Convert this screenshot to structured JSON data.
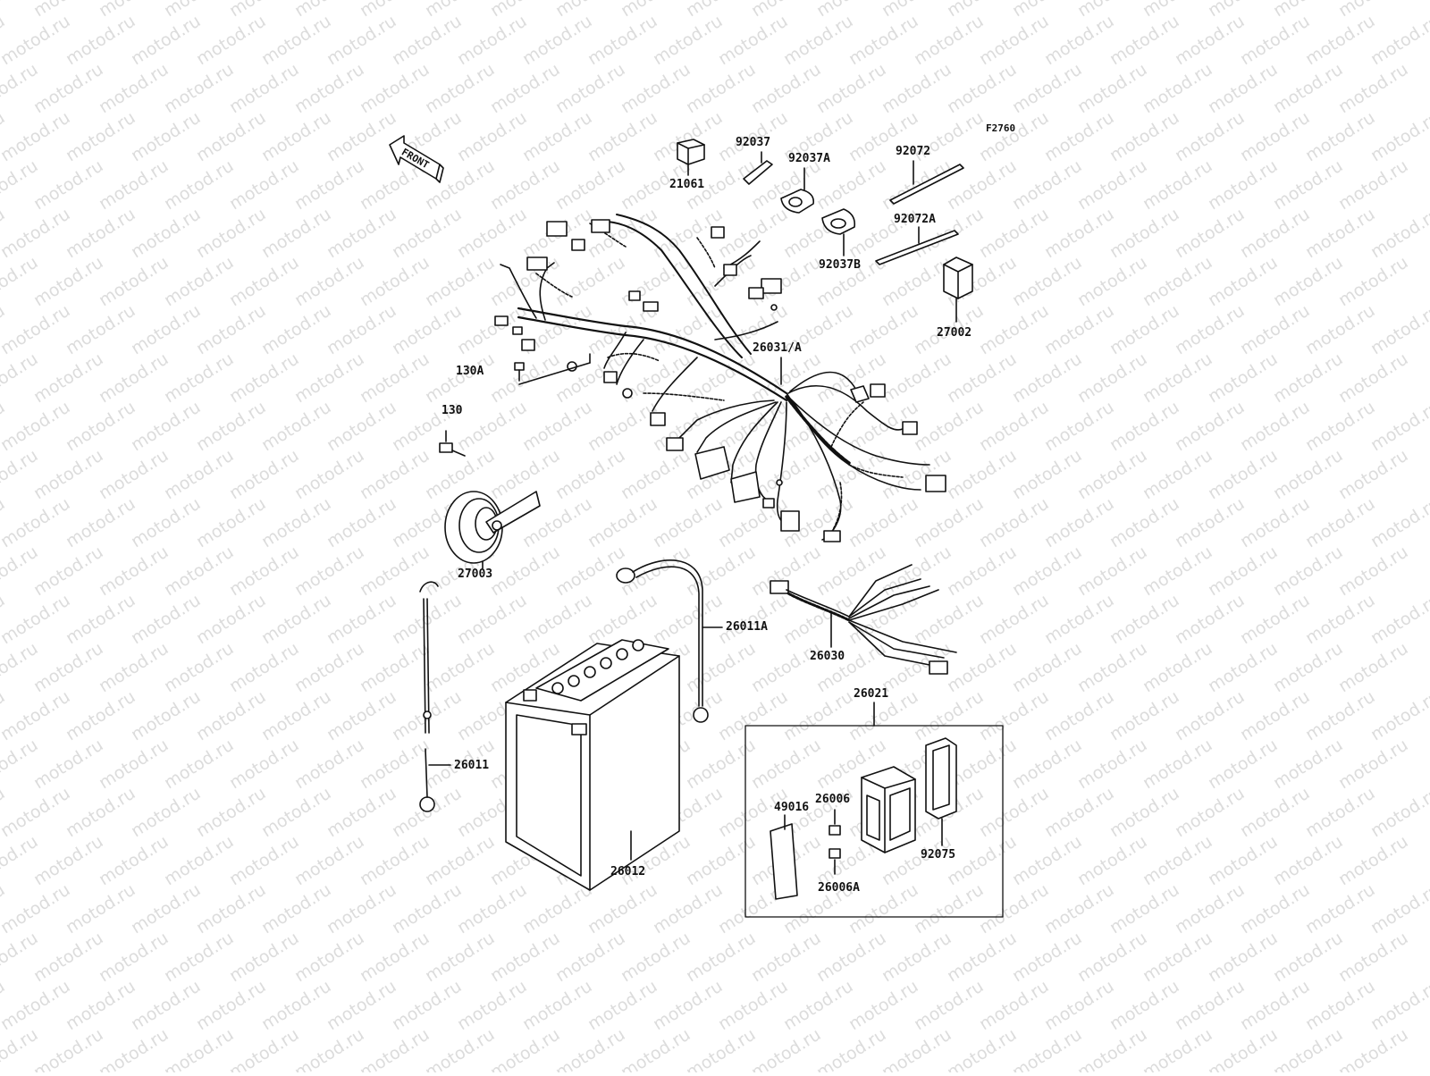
{
  "watermark": "motod.ru",
  "sheet_code": "F2760",
  "front_label": "FRONT",
  "labels": {
    "p21061": "21061",
    "p92037": "92037",
    "p92037A": "92037A",
    "p92072": "92072",
    "p92072A": "92072A",
    "p92037B": "92037B",
    "p27002": "27002",
    "p26031A": "26031/A",
    "p130A": "130A",
    "p130": "130",
    "p27003": "27003",
    "p26011A": "26011A",
    "p26030": "26030",
    "p26021": "26021",
    "p26011": "26011",
    "p26012": "26012",
    "p49016": "49016",
    "p26006": "26006",
    "p26006A": "26006A",
    "p92075": "92075"
  }
}
